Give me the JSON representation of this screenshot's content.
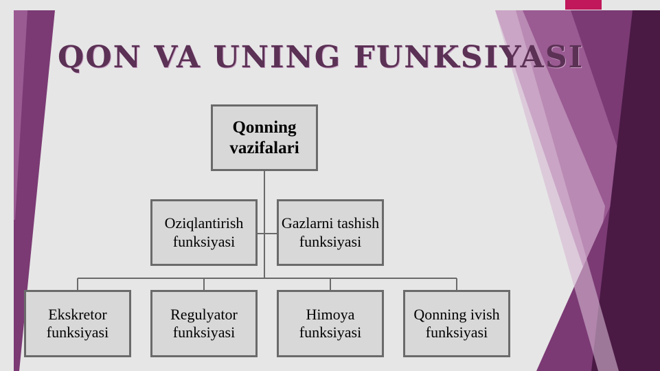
{
  "title": "QON VA UNING FUNKSIYASI",
  "diagram": {
    "root": "Qonning\nvazifalari",
    "middle": [
      "Oziqlantirish\nfunksiyasi",
      "Gazlarni tashish\nfunksiyasi"
    ],
    "bottom": [
      "Ekskretor\nfunksiyasi",
      "Regulyator\nfunksiyasi",
      "Himoya\nfunksiyasi",
      "Qonning ivish\nfunksiyasi"
    ]
  },
  "colors": {
    "title": "#5b3155",
    "box_border": "#6a6a6a",
    "box_fill": "#d8d8d8",
    "background": "#e6e6e6",
    "accent": "#c0185a",
    "decor_purple_dark": "#4a1a45",
    "decor_purple_mid": "#7b3a74",
    "decor_purple_light": "#b98ab3"
  }
}
